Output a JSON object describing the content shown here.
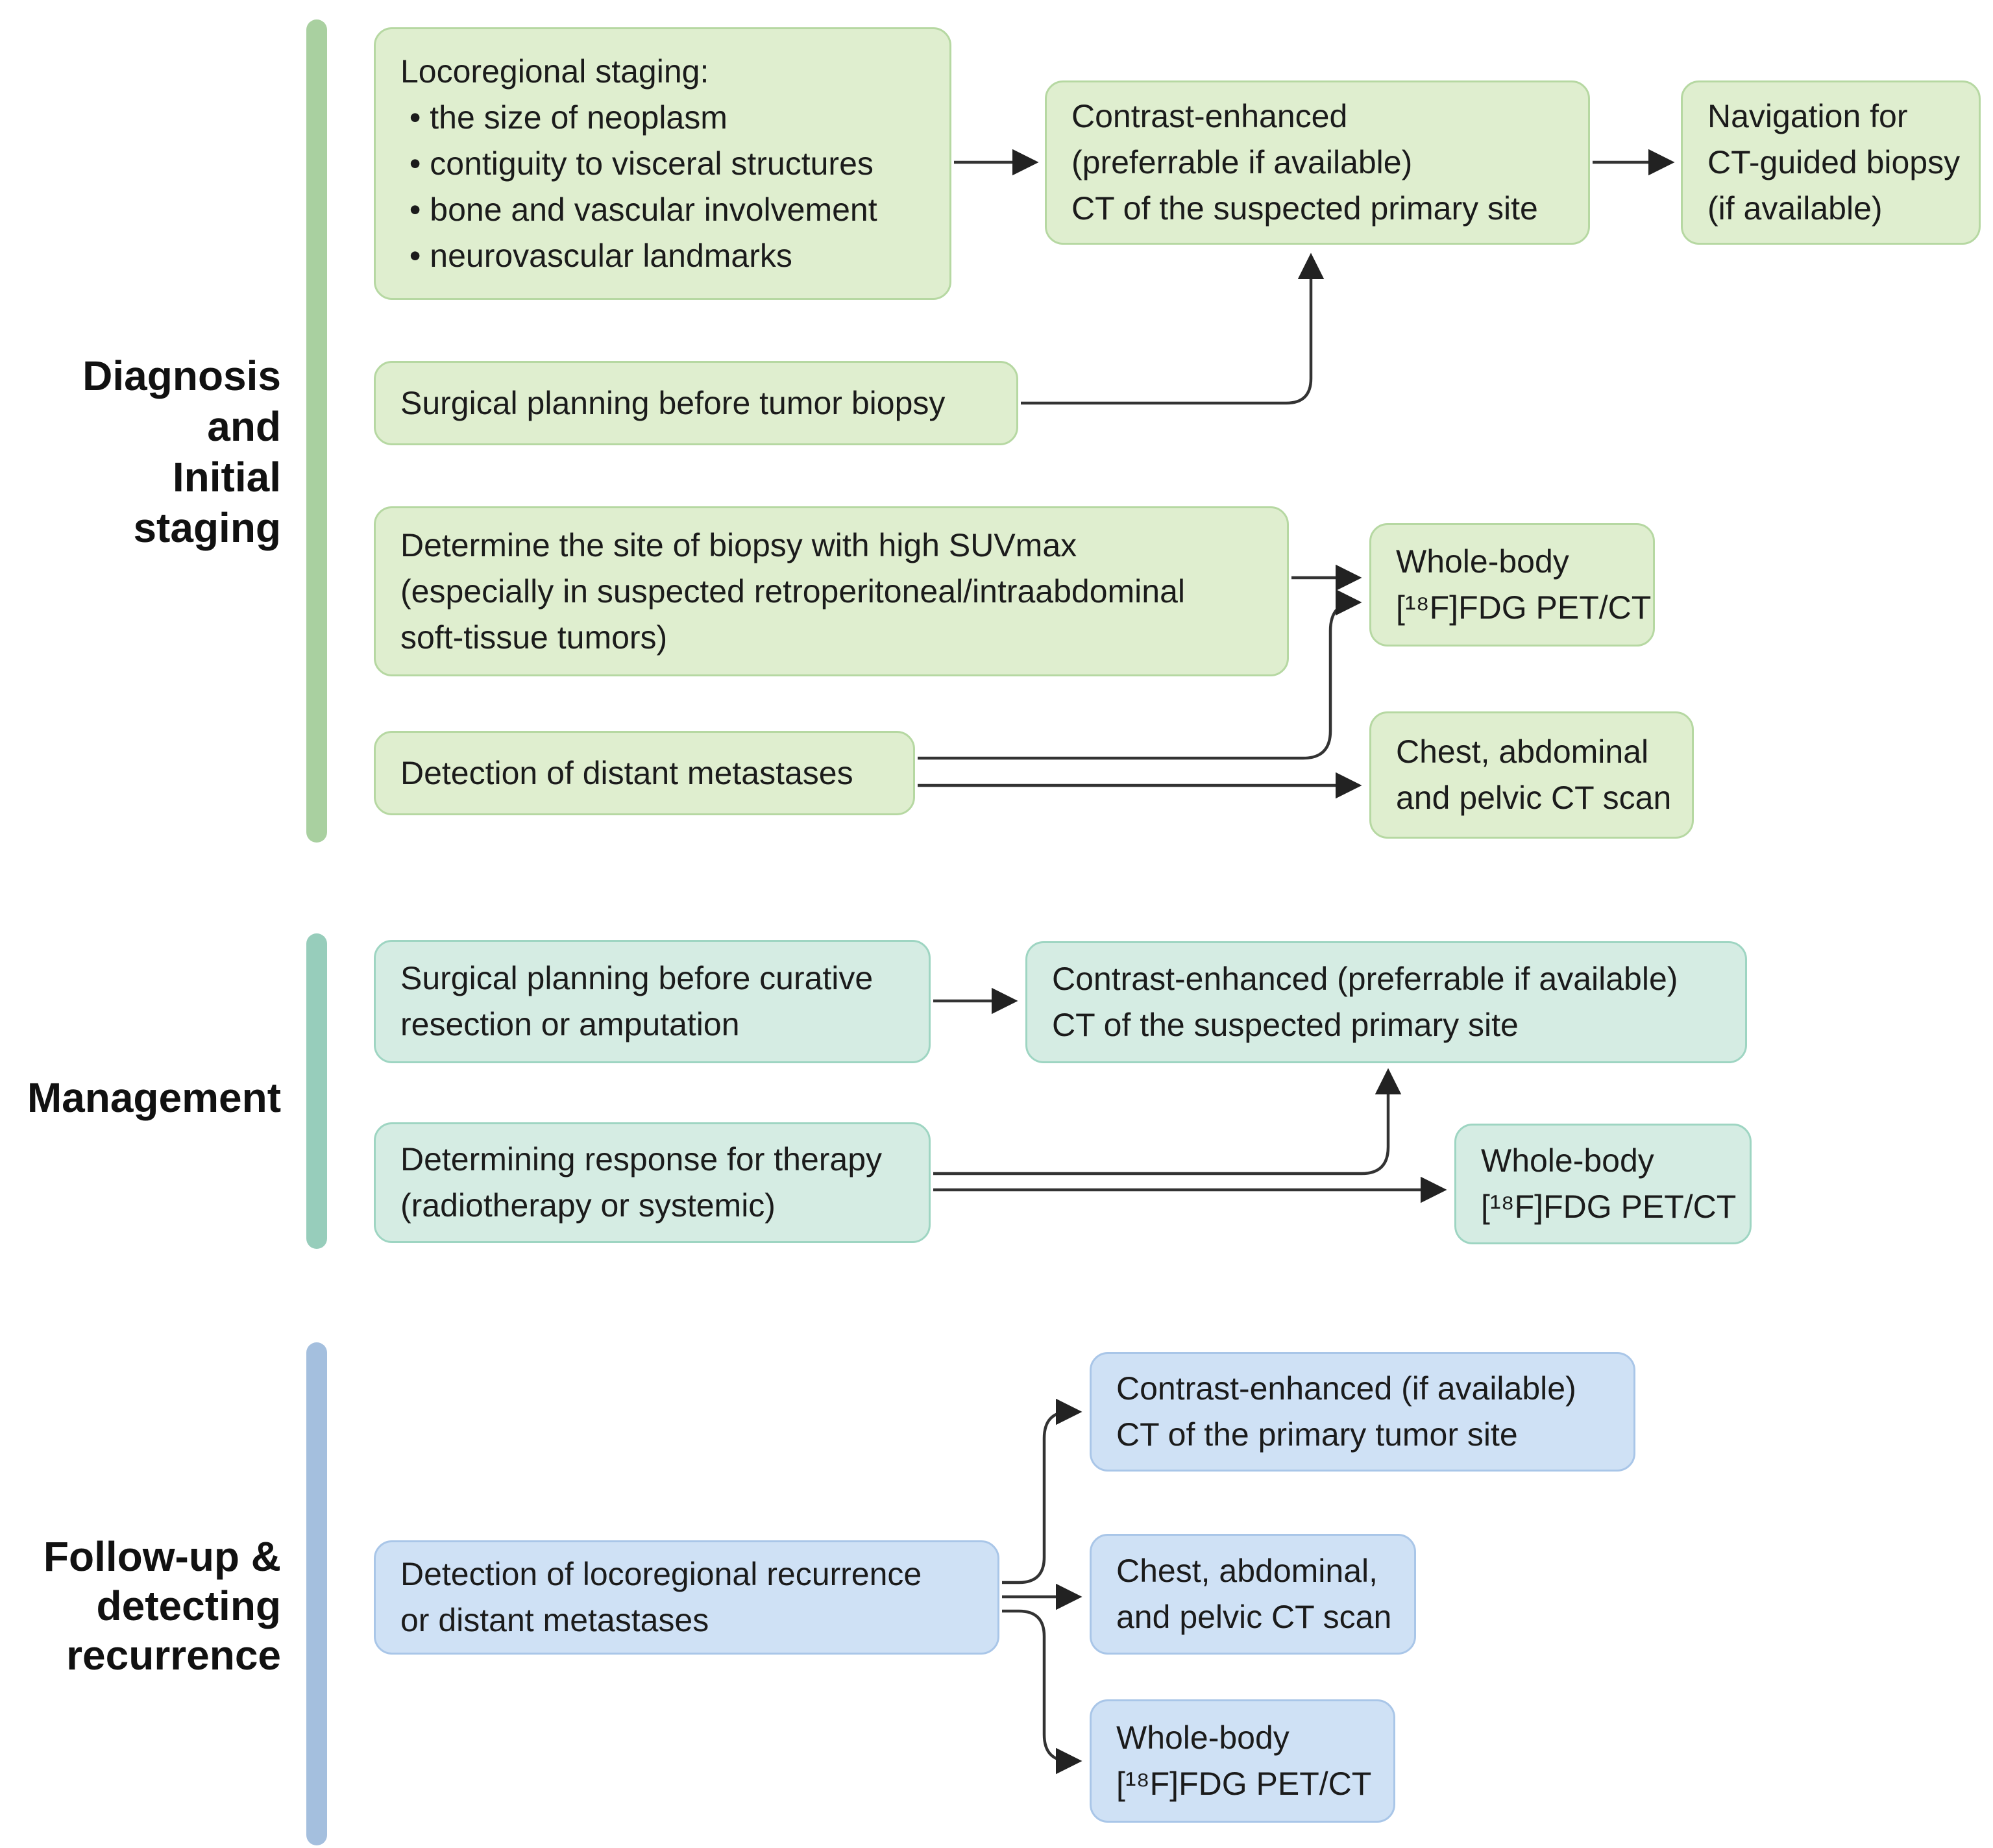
{
  "figure": {
    "background": "#ffffff",
    "text_color": "#1b1b1b",
    "arrow_color": "#333333"
  },
  "sections": [
    {
      "id": "diagnosis-initial-staging",
      "label_lines": [
        "Diagnosis",
        "and",
        "Initial",
        "staging"
      ],
      "bar_color": "#a9d0a0",
      "box_fill": "#dfeecf",
      "box_border": "#b6d8a2",
      "nodes": {
        "locoregional_staging": {
          "lines": [
            "Locoregional staging:",
            " • the size of neoplasm",
            " • contiguity to visceral structures",
            " • bone and vascular involvement",
            " • neurovascular landmarks"
          ]
        },
        "contrast_ct_suspected_primary": {
          "lines": [
            "Contrast-enhanced",
            "(preferrable if available)",
            "CT of the suspected primary site"
          ]
        },
        "navigation_ct_guided_biopsy": {
          "lines": [
            "Navigation for",
            "CT-guided biopsy",
            "(if available)"
          ]
        },
        "surgical_planning_tumor_biopsy": {
          "lines": [
            "Surgical planning before tumor biopsy"
          ]
        },
        "determine_biopsy_site_suvmax": {
          "lines": [
            "Determine the site of biopsy with high SUVmax",
            "(especially in suspected retroperitoneal/intraabdominal",
            "soft-tissue tumors)"
          ]
        },
        "whole_body_fdg_petct": {
          "lines": [
            "Whole-body",
            "[¹⁸F]FDG PET/CT"
          ]
        },
        "detection_distant_metastases": {
          "lines": [
            "Detection of distant metastases"
          ]
        },
        "chest_abdominal_pelvic_ct": {
          "lines": [
            "Chest, abdominal",
            "and pelvic CT scan"
          ]
        }
      }
    },
    {
      "id": "management",
      "label_lines": [
        "Management"
      ],
      "bar_color": "#97cdbb",
      "box_fill": "#d5ece3",
      "box_border": "#9ed5c2",
      "nodes": {
        "surgical_planning_curative": {
          "lines": [
            "Surgical planning before curative",
            "resection or amputation"
          ]
        },
        "contrast_ct_suspected_primary": {
          "lines": [
            "Contrast-enhanced (preferrable if available)",
            "CT of the suspected primary site"
          ]
        },
        "determining_response_therapy": {
          "lines": [
            "Determining response for therapy",
            "(radiotherapy or systemic)"
          ]
        },
        "whole_body_fdg_petct": {
          "lines": [
            "Whole-body",
            "[¹⁸F]FDG PET/CT"
          ]
        }
      }
    },
    {
      "id": "followup-detecting-recurrence",
      "label_lines": [
        "Follow-up &",
        "detecting",
        "recurrence"
      ],
      "bar_color": "#a4bfde",
      "box_fill": "#cfe1f5",
      "box_border": "#a9c6e8",
      "nodes": {
        "detection_locoregional_recurrence": {
          "lines": [
            "Detection of locoregional recurrence",
            "or distant metastases"
          ]
        },
        "contrast_ct_primary_tumor": {
          "lines": [
            "Contrast-enhanced (if available)",
            "CT of the primary tumor site"
          ]
        },
        "chest_abdominal_pelvic_ct": {
          "lines": [
            "Chest, abdominal,",
            "and pelvic CT scan"
          ]
        },
        "whole_body_fdg_petct": {
          "lines": [
            "Whole-body",
            "[¹⁸F]FDG PET/CT"
          ]
        }
      }
    }
  ]
}
